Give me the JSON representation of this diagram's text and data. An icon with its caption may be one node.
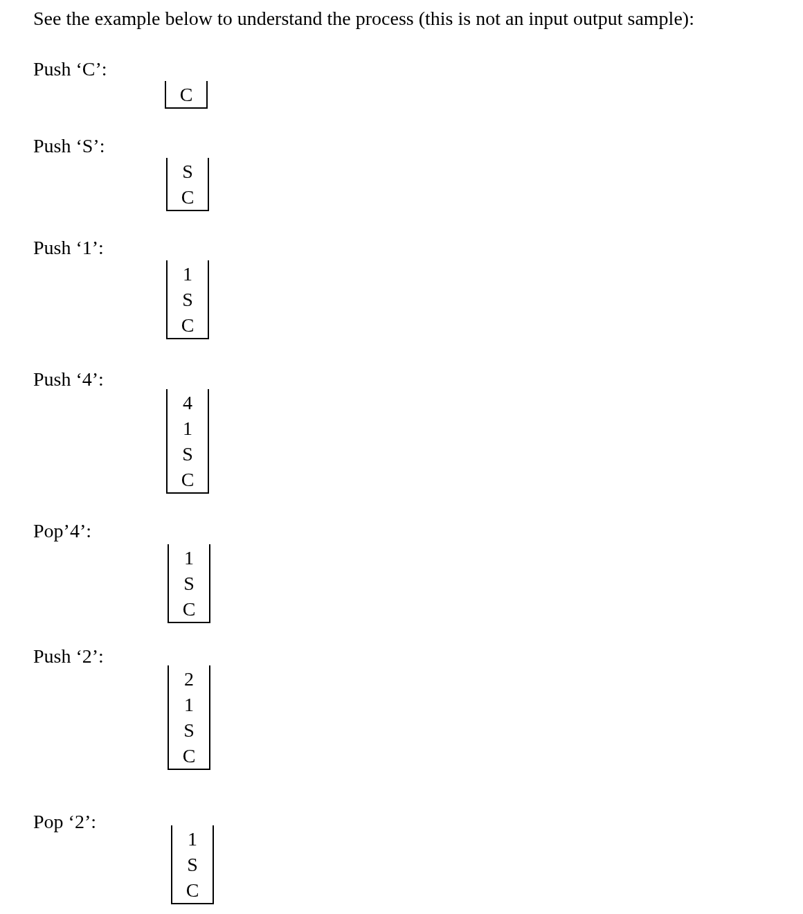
{
  "diagram": {
    "title": "See the example below to understand the process (this is not an input output sample):",
    "nodes": [
      {
        "text": [
          "C"
        ]
      },
      {
        "text": [
          "S",
          "C"
        ]
      },
      {
        "text": [
          "1",
          "S",
          "C"
        ]
      },
      {
        "text": [
          "4",
          "1",
          "S",
          "C"
        ]
      },
      {
        "text": [
          "1",
          "S",
          "C"
        ]
      },
      {
        "text": [
          "2",
          "1",
          "S",
          "C"
        ]
      },
      {
        "text": [
          "1",
          "S",
          "C"
        ]
      }
    ],
    "labels": [
      "Push ‘C’:",
      "Push ‘S’:",
      "Push ‘1’:",
      "Push ‘4’:",
      "Pop’4’:",
      "Push ‘2’:",
      "Pop ‘2’:"
    ]
  }
}
